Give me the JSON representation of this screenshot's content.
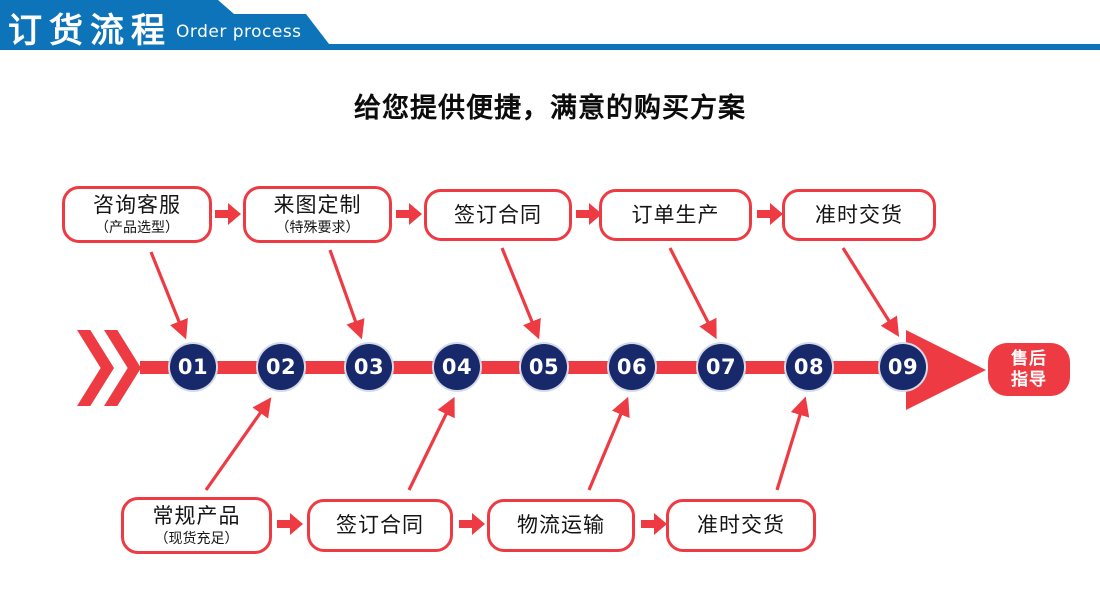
{
  "header": {
    "title_cn": "订货流程",
    "title_en": "Order process"
  },
  "subtitle": "给您提供便捷，满意的购买方案",
  "top_row": [
    {
      "label": "咨询客服",
      "sub": "（产品选型）"
    },
    {
      "label": "来图定制",
      "sub": "（特殊要求）"
    },
    {
      "label": "签订合同",
      "sub": ""
    },
    {
      "label": "订单生产",
      "sub": ""
    },
    {
      "label": "准时交货",
      "sub": ""
    }
  ],
  "bottom_row": [
    {
      "label": "常规产品",
      "sub": "（现货充足）"
    },
    {
      "label": "签订合同",
      "sub": ""
    },
    {
      "label": "物流运输",
      "sub": ""
    },
    {
      "label": "准时交货",
      "sub": ""
    }
  ],
  "steps": [
    "01",
    "02",
    "03",
    "04",
    "05",
    "06",
    "07",
    "08",
    "09"
  ],
  "end_badge": {
    "line1": "售后",
    "line2": "指导"
  },
  "colors": {
    "banner_blue": "#0e74b9",
    "accent_red": "#ee3b43",
    "step_navy": "#17296b"
  }
}
